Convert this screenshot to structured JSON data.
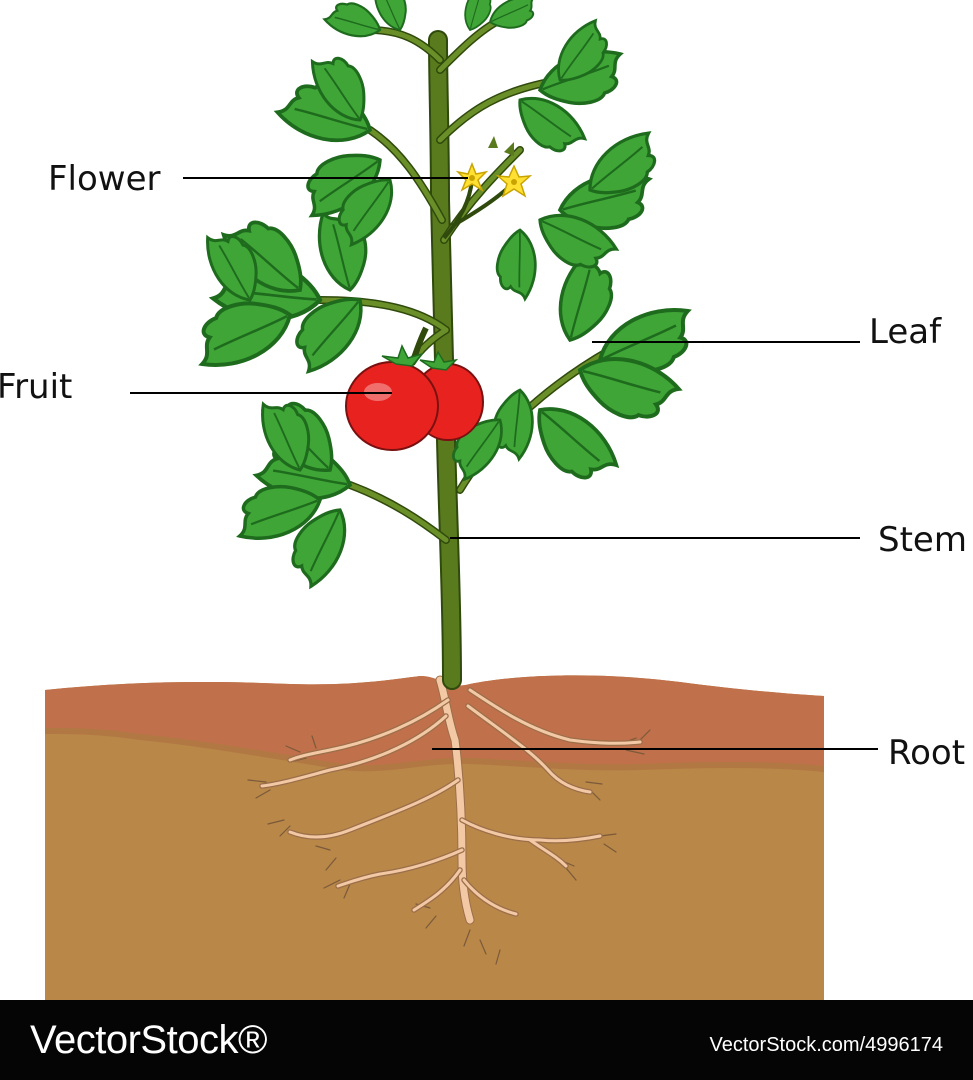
{
  "labels": {
    "flower": "Flower",
    "leaf": "Leaf",
    "fruit": "Fruit",
    "stem": "Stem",
    "root": "Root"
  },
  "footer": {
    "brand": "VectorStock®",
    "credit": "VectorStock.com/4996174"
  },
  "colors": {
    "soil_top": "#c0704a",
    "soil": "#b98748",
    "stem": "#5a7a1e",
    "leaf": "#3fa536",
    "leaf_dark": "#1e6b1e",
    "fruit": "#e8231f",
    "flower": "#ffe033",
    "root": "#f2c9a4"
  }
}
